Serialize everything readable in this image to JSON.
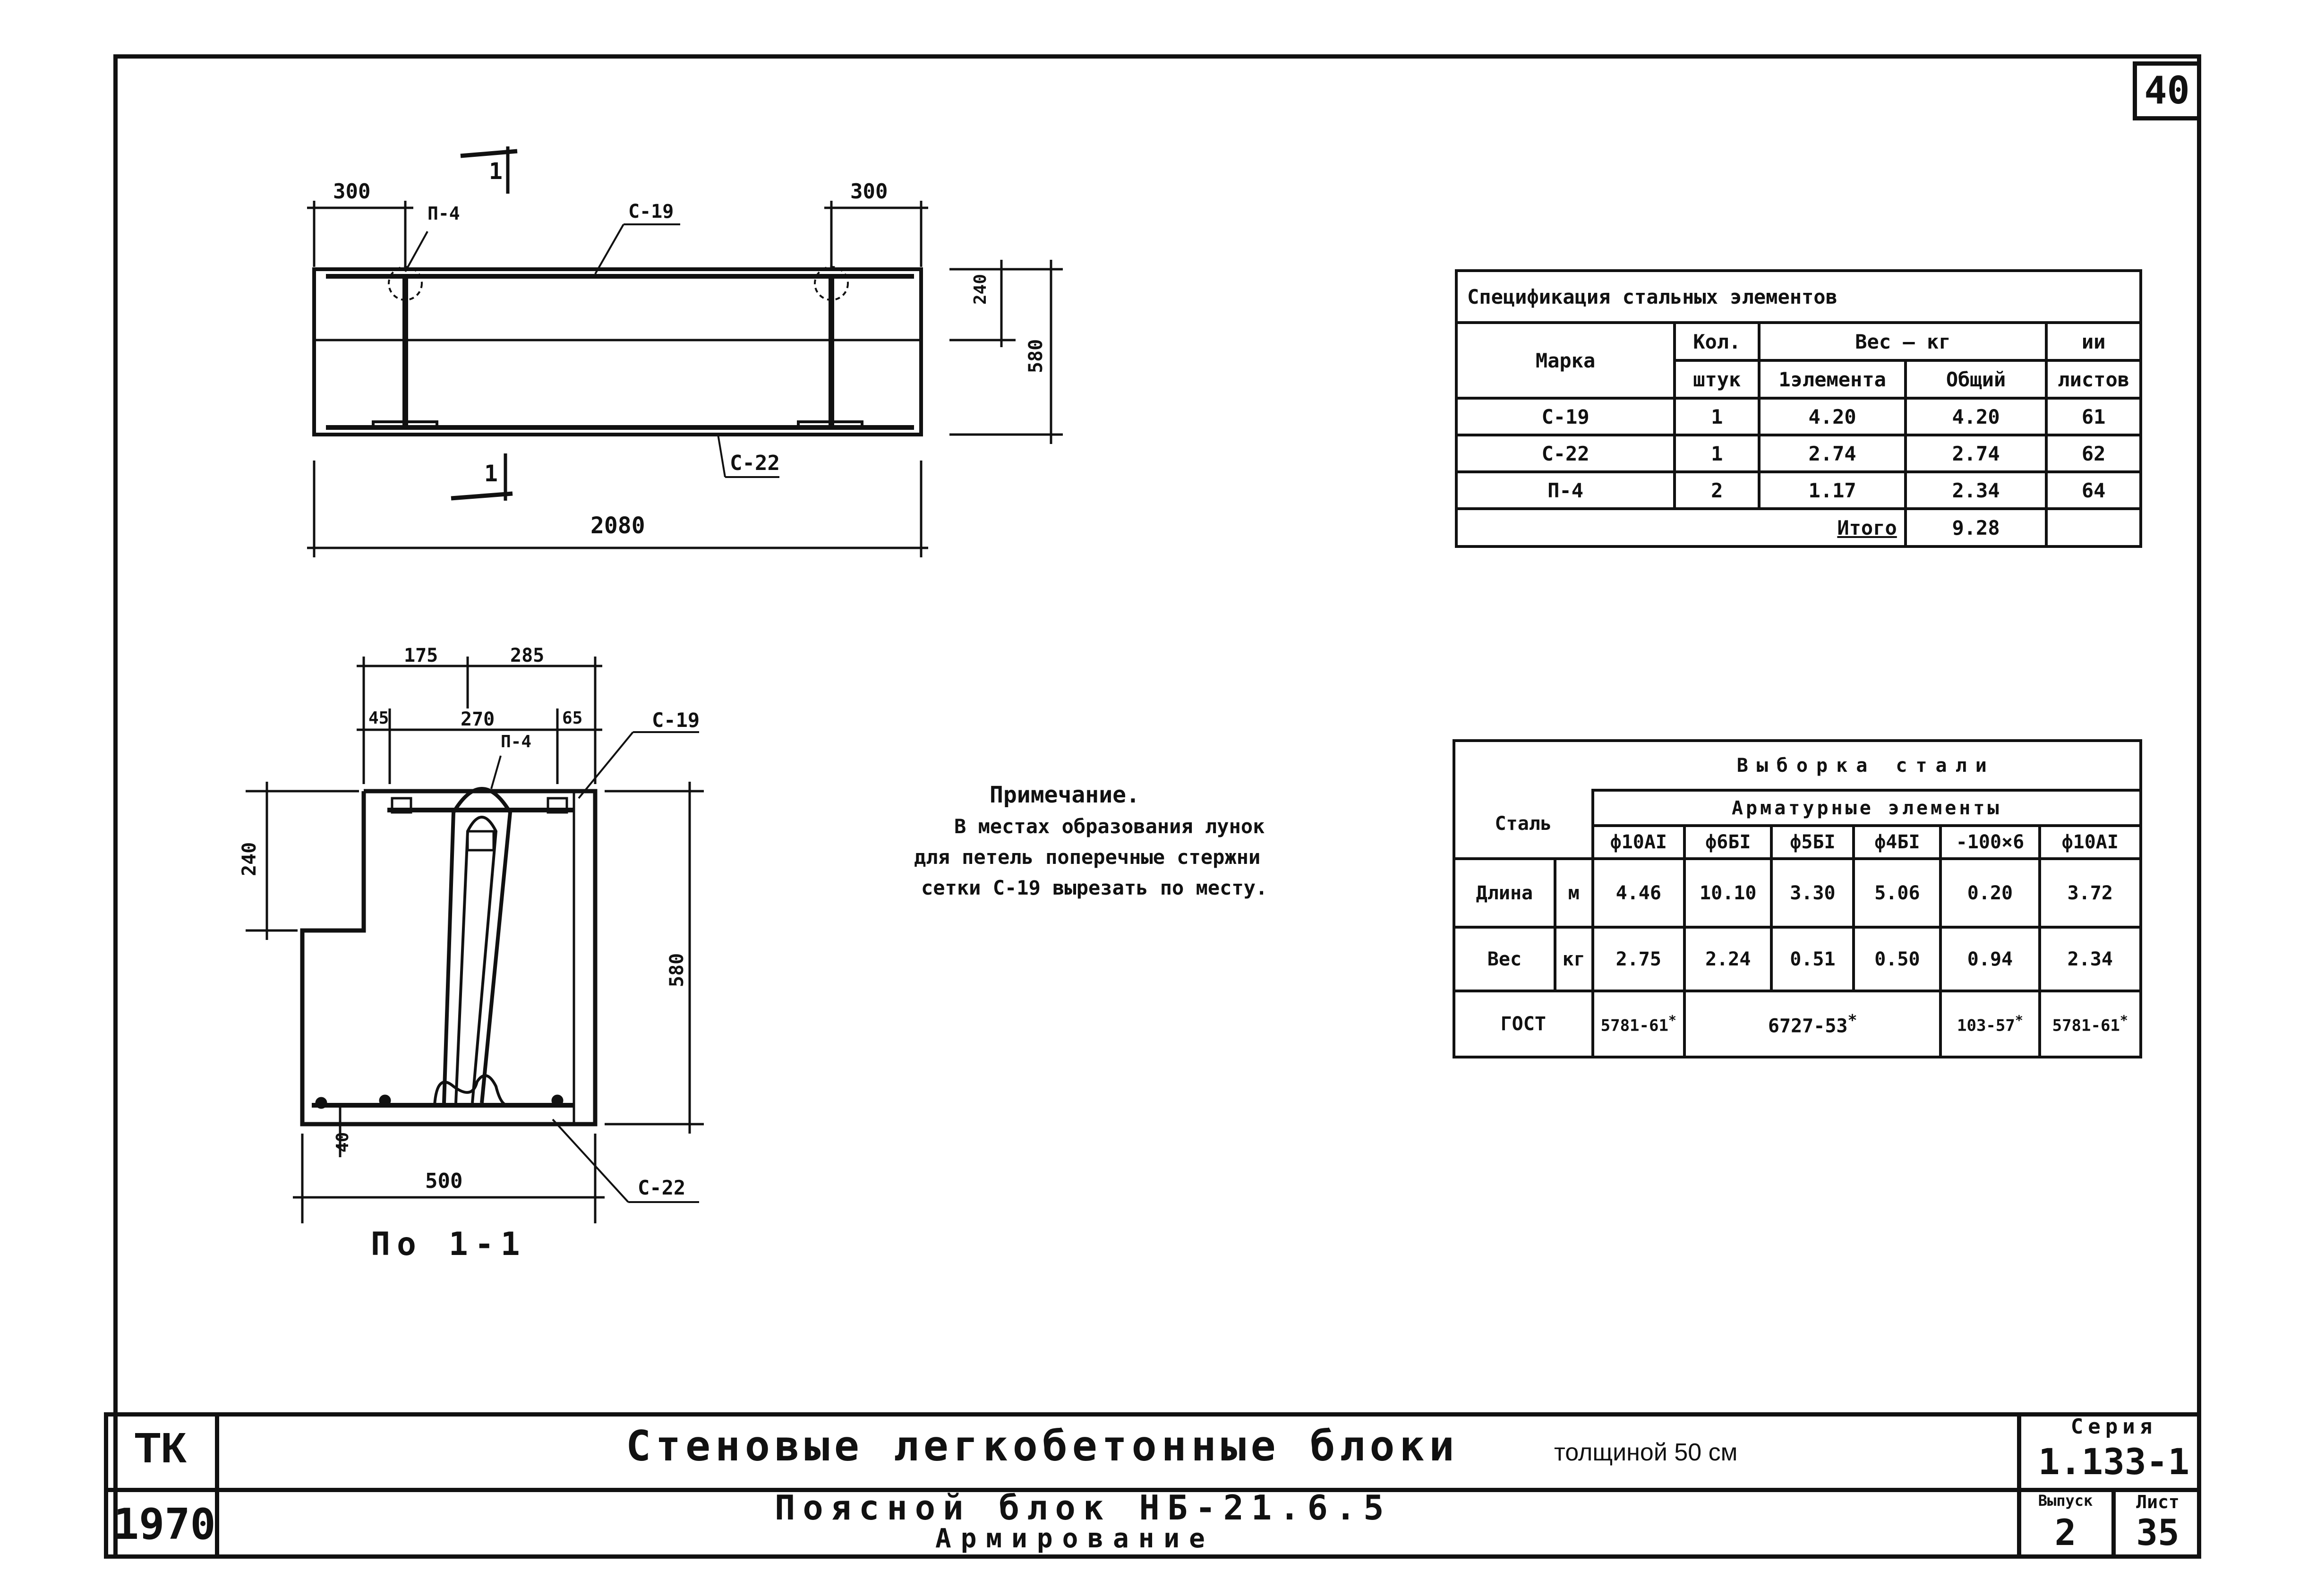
{
  "sheet_number": "40",
  "view_top": {
    "dim_left": "300",
    "dim_right": "300",
    "dim_height_inner": "240",
    "dim_height": "580",
    "dim_length": "2080",
    "label_mesh_top": "С-19",
    "label_mesh_bottom": "С-22",
    "label_loop": "П-4",
    "section_mark_top": "1",
    "section_mark_bottom": "1"
  },
  "view_section": {
    "dim_175": "175",
    "dim_285": "285",
    "dim_45": "45",
    "dim_270": "270",
    "dim_65": "65",
    "dim_240": "240",
    "dim_580": "580",
    "dim_40": "40",
    "dim_500": "500",
    "label_mesh_top": "С-19",
    "label_mesh_bottom": "С-22",
    "label_loop": "П-4",
    "caption": "По 1-1"
  },
  "note": {
    "title": "Примечание.",
    "line1": "В местах образования лунок",
    "line2": "для петель поперечные стержни",
    "line3": "сетки С-19 вырезать по месту."
  },
  "spec": {
    "title": "Спецификация стальных элементов",
    "h_mark": "Марка",
    "h_qty_1": "Кол.",
    "h_qty_2": "штук",
    "h_weight": "Вес — кг",
    "h_elem": "1элемента",
    "h_total": "Общий",
    "h_sheets_1": "ии",
    "h_sheets_2": "листов",
    "rows": [
      {
        "mark": "С-19",
        "qty": "1",
        "elem": "4.20",
        "total": "4.20",
        "sheet": "61"
      },
      {
        "mark": "С-22",
        "qty": "1",
        "elem": "2.74",
        "total": "2.74",
        "sheet": "62"
      },
      {
        "mark": "П-4",
        "qty": "2",
        "elem": "1.17",
        "total": "2.34",
        "sheet": "64"
      }
    ],
    "itogo_label": "Итого",
    "itogo_value": "9.28"
  },
  "steel": {
    "title": "Выборка стали",
    "h_stal": "Сталь",
    "h_arm": "Арматурные элементы",
    "cols": [
      "ф10АI",
      "ф6БI",
      "ф5БI",
      "ф4БI",
      "-100×6",
      "ф10АI"
    ],
    "dlina_label": "Длина",
    "dlina_unit": "м",
    "dlina": [
      "4.46",
      "10.10",
      "3.30",
      "5.06",
      "0.20",
      "3.72"
    ],
    "ves_label": "Вес",
    "ves_unit": "кг",
    "ves": [
      "2.75",
      "2.24",
      "0.51",
      "0.50",
      "0.94",
      "2.34"
    ],
    "gost_label": "ГОСТ",
    "gost": [
      "5781-61",
      "6727-53",
      "103-57",
      "5781-61"
    ],
    "gost_star": "*"
  },
  "title_block": {
    "org": "ТК",
    "year": "1970",
    "title_main": "Стеновые легкобетонные блоки",
    "title_suffix": "толщиной 50 см",
    "subtitle_1": "Поясной блок НБ-21.6.5",
    "subtitle_2": "Армирование",
    "series_label": "Серия",
    "series_value": "1.133-1",
    "issue_label": "Выпуск",
    "issue_value": "2",
    "sheet_label": "Лист",
    "sheet_value": "35"
  }
}
